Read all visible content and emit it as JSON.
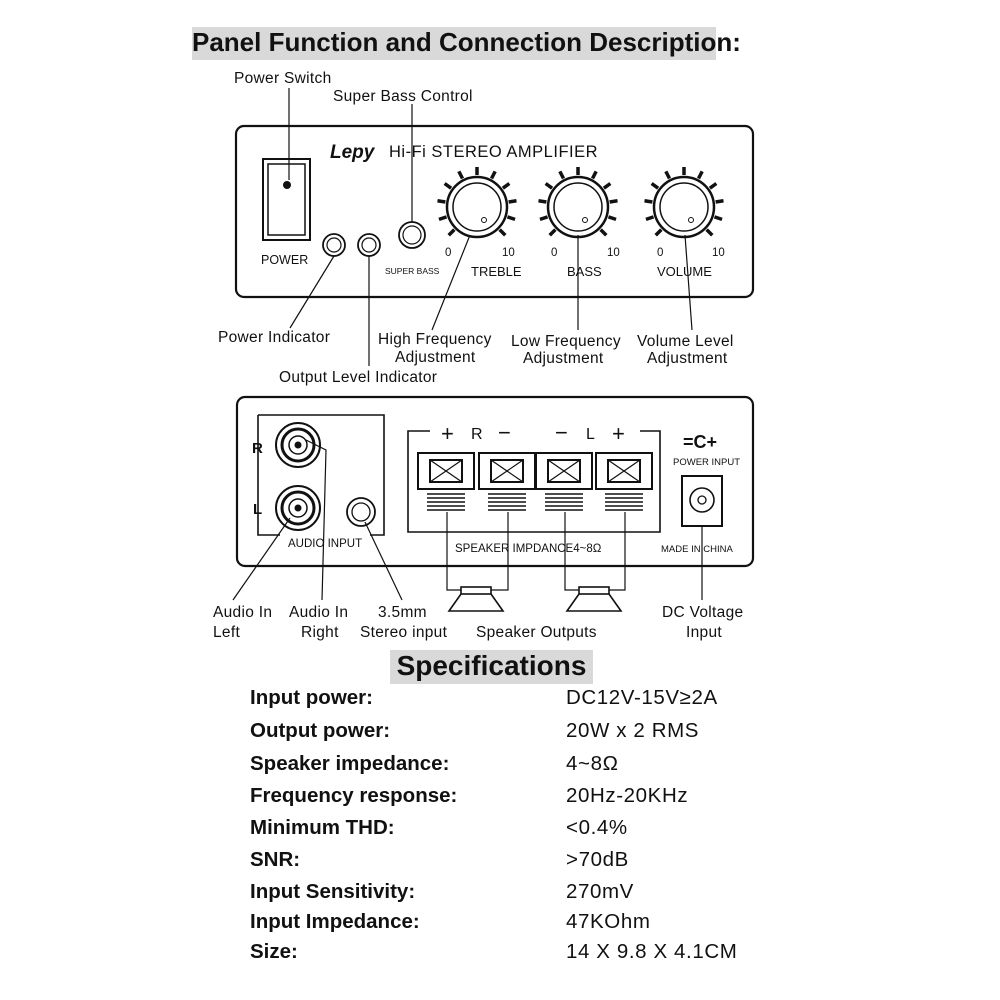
{
  "headings": {
    "panel_title": "Panel Function and Connection Description:",
    "specs_title": "Specifications"
  },
  "front_panel": {
    "brand": "Lepy",
    "model": "Hi-Fi STEREO AMPLIFIER",
    "power_label": "POWER",
    "super_bass_label": "SUPER BASS",
    "knobs": [
      {
        "name": "TREBLE",
        "min": "0",
        "max": "10"
      },
      {
        "name": "BASS",
        "min": "0",
        "max": "10"
      },
      {
        "name": "VOLUME",
        "min": "0",
        "max": "10"
      }
    ]
  },
  "front_callouts": {
    "power_switch": "Power Switch",
    "super_bass_control": "Super Bass Control",
    "power_indicator": "Power Indicator",
    "output_level_indicator": "Output Level Indicator",
    "high_freq": [
      "High Frequency",
      "Adjustment"
    ],
    "low_freq": [
      "Low Frequency",
      "Adjustment"
    ],
    "volume_level": [
      "Volume Level",
      "Adjustment"
    ]
  },
  "rear_panel": {
    "r_label": "R",
    "l_label": "L",
    "audio_input_label": "AUDIO INPUT",
    "speaker_header": {
      "plus": "+",
      "r": "R",
      "minus": "−",
      "l": "L"
    },
    "speaker_impedance_label": "SPEAKER IMPDANCE4~8Ω",
    "power_input_symbol": "=C+",
    "power_input_label": "POWER INPUT",
    "made_in_label": "MADE IN CHINA"
  },
  "rear_callouts": {
    "audio_in_left": [
      "Audio In",
      "Left"
    ],
    "audio_in_right": [
      "Audio In",
      "Right"
    ],
    "stereo_input": [
      "3.5mm",
      "Stereo input"
    ],
    "speaker_outputs": "Speaker Outputs",
    "dc_voltage": [
      "DC Voltage",
      "Input"
    ]
  },
  "specs": [
    {
      "label": "Input power:",
      "value": "DC12V-15V≥2A"
    },
    {
      "label": "Output power:",
      "value": "20W x 2 RMS"
    },
    {
      "label": "Speaker impedance:",
      "value": "4~8Ω"
    },
    {
      "label": "Frequency response:",
      "value": "20Hz-20KHz"
    },
    {
      "label": "Minimum THD:",
      "value": "<0.4%"
    },
    {
      "label": "SNR:",
      "value": ">70dB"
    },
    {
      "label": "Input Sensitivity:",
      "value": "270mV"
    },
    {
      "label": "Input Impedance:",
      "value": "47KOhm"
    },
    {
      "label": "Size:",
      "value": "14 X 9.8 X 4.1CM"
    }
  ]
}
